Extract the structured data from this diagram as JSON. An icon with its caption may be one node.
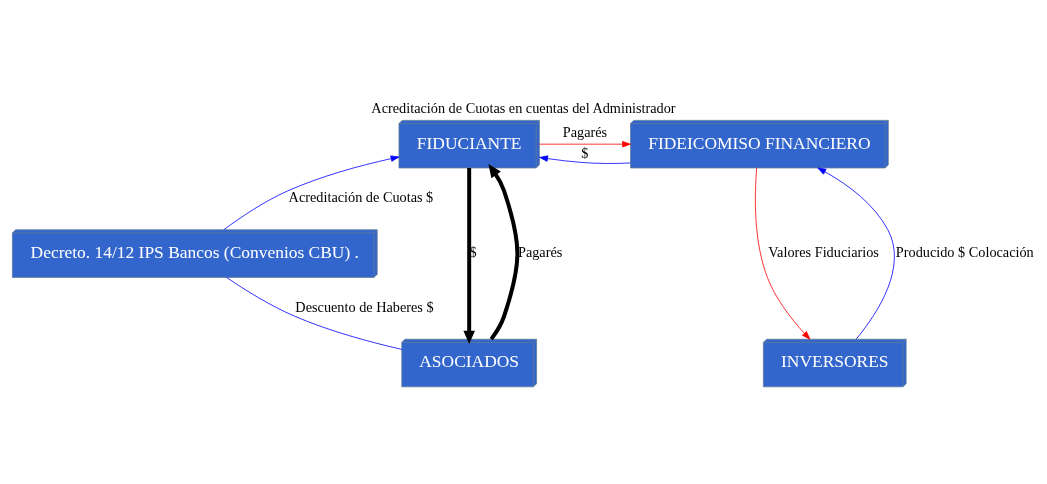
{
  "diagram": {
    "title": "Acreditación de Cuotas en cuentas del Administrador",
    "nodes": [
      {
        "text": [
          "FIDUCIANTE"
        ]
      },
      {
        "text": [
          "FIDEICOMISO FINANCIERO"
        ]
      },
      {
        "text": [
          "Decreto. 14/12 IPS Bancos (Convenios CBU) ."
        ]
      },
      {
        "text": [
          "ASOCIADOS"
        ]
      },
      {
        "text": [
          "INVERSORES"
        ]
      }
    ],
    "edges": [
      {
        "from": 2,
        "to": 0,
        "arrow": "to",
        "label": "Acreditación de Cuotas $",
        "color": "#0000ff"
      },
      {
        "from": 1,
        "to": 0,
        "arrow": "to",
        "label": "$",
        "color": "#0000ff"
      },
      {
        "from": 0,
        "to": 1,
        "arrow": "to",
        "label": "Pagarés",
        "color": "#ff0000"
      },
      {
        "from": 0,
        "to": 3,
        "arrow": "to",
        "label": "$",
        "style": "thick",
        "color": "#000000"
      },
      {
        "from": 3,
        "to": 0,
        "arrow": "to",
        "label": "Pagarés",
        "style": "thick",
        "color": "#000000"
      },
      {
        "from": 1,
        "to": 4,
        "arrow": "to",
        "label": "Valores Fiduciarios",
        "color": "#ff0000"
      },
      {
        "from": 4,
        "to": 1,
        "arrow": "to",
        "label": "Producido $ Colocación",
        "color": "#0000ff"
      },
      {
        "from": 3,
        "to": 2,
        "arrow": "none",
        "label": "Descuento de Haberes $",
        "color": "#0000ff"
      }
    ]
  }
}
